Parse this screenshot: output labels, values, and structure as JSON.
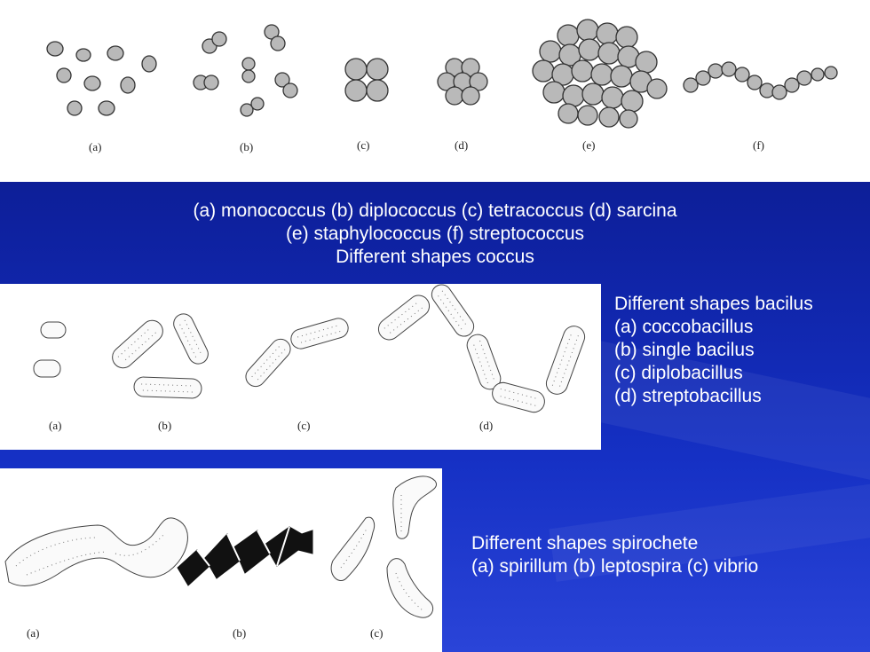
{
  "cocci": {
    "labels": [
      "(a)",
      "(b)",
      "(c)",
      "(d)",
      "(e)",
      "(f)"
    ],
    "caption": {
      "line1": "(a) monococcus  (b) diplococcus  (c) tetracoccus  (d) sarcina",
      "line2": "(e) staphylococcus (f) streptococcus",
      "line3": "Different shapes coccus"
    }
  },
  "bacilli": {
    "labels": [
      "(a)",
      "(b)",
      "(c)",
      "(d)"
    ],
    "caption": {
      "title": "Different shapes bacilus",
      "items": [
        "(a) coccobacillus",
        "(b) single bacilus",
        "(c) diplobacillus",
        "(d) streptobacillus"
      ]
    }
  },
  "spirochetes": {
    "labels": [
      "(a)",
      "(b)",
      "(c)"
    ],
    "caption": {
      "title": "Different shapes spirochete",
      "line2": "(a) spirillum  (b) leptospira (c) vibrio"
    }
  },
  "colors": {
    "background": "#0d1f9a",
    "panel": "#ffffff",
    "cell_fill": "#b9b9b9",
    "text": "#ffffff"
  }
}
